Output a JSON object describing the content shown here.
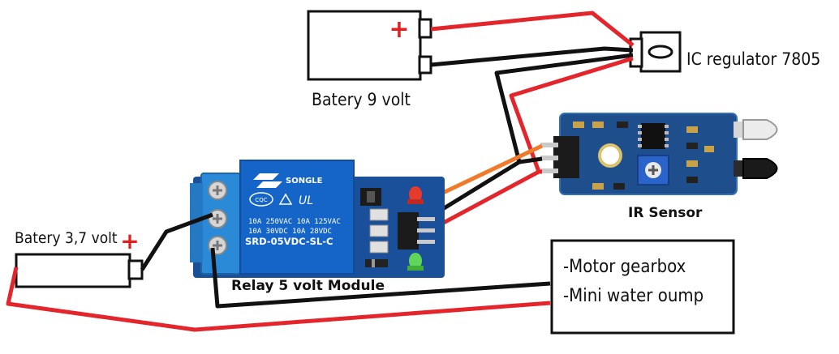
{
  "labels": {
    "battery_9v": "Batery 9 volt",
    "ic_regulator": "IC regulator 7805",
    "ir_sensor": "IR Sensor",
    "battery_37v": "Batery 3,7 volt",
    "relay_module": "Relay 5 volt Module",
    "load_line1": "-Motor gearbox",
    "load_line2": "-Mini water oump"
  },
  "polarity": {
    "battery_9v_plus": "+",
    "battery_37v_plus": "+"
  },
  "relay_markings": {
    "brand": "SONGLE",
    "cqc": "CQC",
    "ul": "UL",
    "rating_ac": "10A 250VAC  10A 125VAC",
    "rating_dc": "10A 30VDC   10A 28VDC",
    "model": "SRD-05VDC-SL-C"
  },
  "colors": {
    "wire_red": "#e3262b",
    "wire_black": "#111111",
    "wire_orange": "#f07a2a",
    "pcb_blue": "#1e4f8c",
    "relay_blue": "#1565c8",
    "terminal_blue": "#2a8ad8",
    "plus_red": "#e0201e"
  }
}
